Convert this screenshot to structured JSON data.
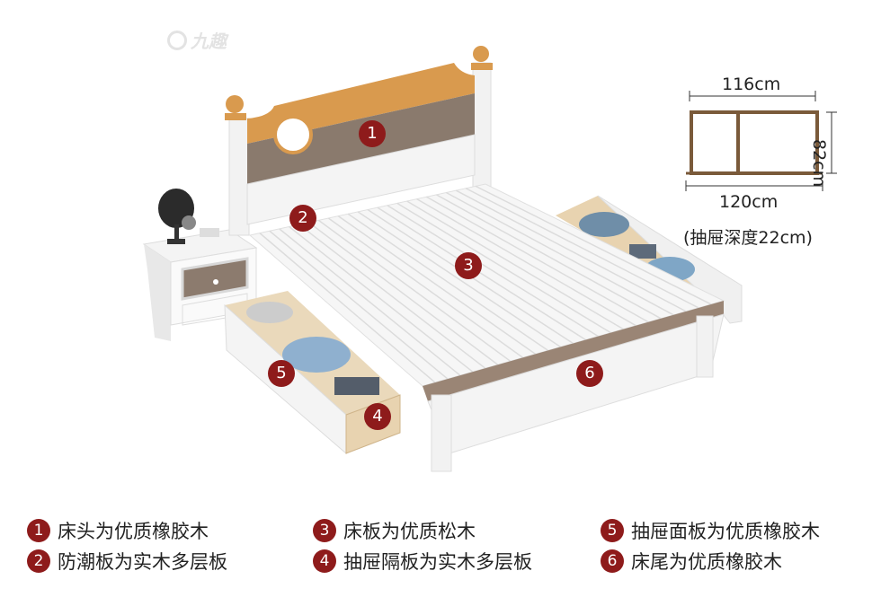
{
  "brand": {
    "logo_text": "九趣"
  },
  "callouts": [
    "1",
    "2",
    "3",
    "4",
    "5",
    "6"
  ],
  "dimensions": {
    "width_top": "116cm",
    "height": "82cm",
    "width_bottom": "120cm",
    "drawer_note": "(抽屉深度22cm)"
  },
  "legend": [
    {
      "num": "1",
      "text": "床头为优质橡胶木"
    },
    {
      "num": "2",
      "text": "防潮板为实木多层板"
    },
    {
      "num": "3",
      "text": "床板为优质松木"
    },
    {
      "num": "4",
      "text": "抽屉隔板为实木多层板"
    },
    {
      "num": "5",
      "text": "抽屉面板为优质橡胶木"
    },
    {
      "num": "6",
      "text": "床尾为优质橡胶木"
    }
  ],
  "colors": {
    "badge": "#8e1b1b",
    "wood": "#d99a4e",
    "frame": "#f2f2f2",
    "dim_line": "#7a5a3a"
  }
}
